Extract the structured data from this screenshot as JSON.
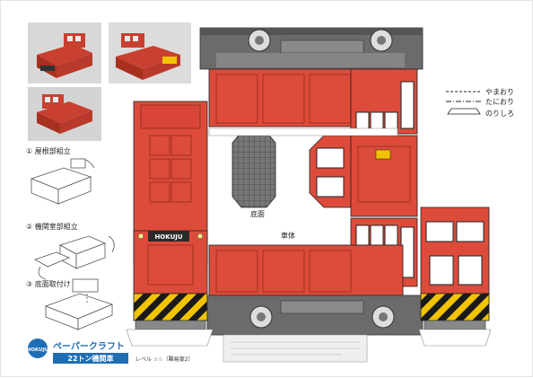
{
  "steps": {
    "roof": "① 屋根部組立",
    "hood": "② 機関室部組立",
    "base": "③ 底面取付け"
  },
  "legend": {
    "mountain_fold": "やまおり",
    "valley_fold": "たにおり",
    "glue_tab": "のりしろ"
  },
  "parts": {
    "body_label": "車体",
    "bottom_label": "底面",
    "plate_text": "HOKUJU"
  },
  "footer": {
    "brand_mark": "HOKUJU",
    "series_name": "ペーパークラフト",
    "model_name": "22トン機関車",
    "level_text": "レベル ☆☆（難易度2）"
  },
  "colors": {
    "body_red": "#dd4b3a",
    "roof_gray": "#6b6b6b",
    "stripe_yellow": "#f2c300",
    "footer_blue": "#1e6eb4"
  }
}
